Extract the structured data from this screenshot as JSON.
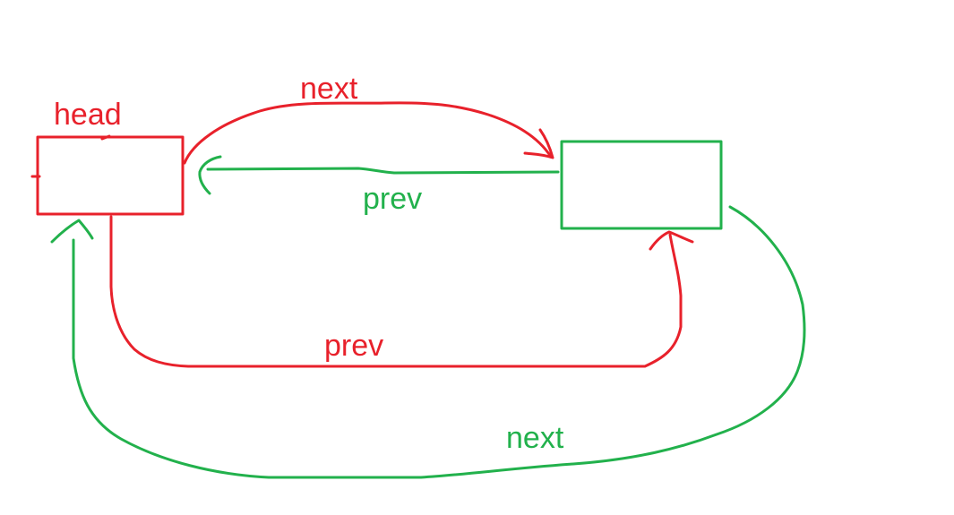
{
  "colors": {
    "red": "#e8212b",
    "green": "#22b14c",
    "background": "#ffffff"
  },
  "labels": {
    "head": "head",
    "top_next": "next",
    "top_prev": "prev",
    "bottom_prev": "prev",
    "bottom_next": "next"
  }
}
